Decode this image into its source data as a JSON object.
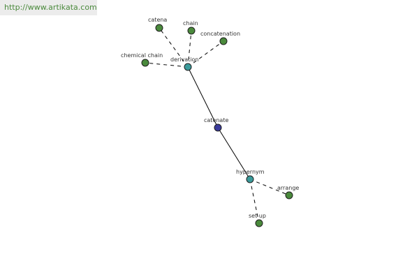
{
  "watermark": {
    "text": "http://www.artikata.com"
  },
  "colors": {
    "center_node": "#3a3a9a",
    "hub_node": "#3a9a9a",
    "leaf_node": "#4a8a3c"
  },
  "graph": {
    "center": {
      "label": "catenate",
      "kind": "center"
    },
    "hubs": [
      {
        "id": "derivation",
        "label": "derivation",
        "kind": "hub"
      },
      {
        "id": "hypernym",
        "label": "hypernym",
        "kind": "hub"
      }
    ],
    "leaves": [
      {
        "label": "catena",
        "hub": "derivation"
      },
      {
        "label": "chain",
        "hub": "derivation"
      },
      {
        "label": "concatenation",
        "hub": "derivation"
      },
      {
        "label": "chemical chain",
        "hub": "derivation"
      },
      {
        "label": "arrange",
        "hub": "hypernym"
      },
      {
        "label": "set up",
        "hub": "hypernym"
      }
    ]
  }
}
